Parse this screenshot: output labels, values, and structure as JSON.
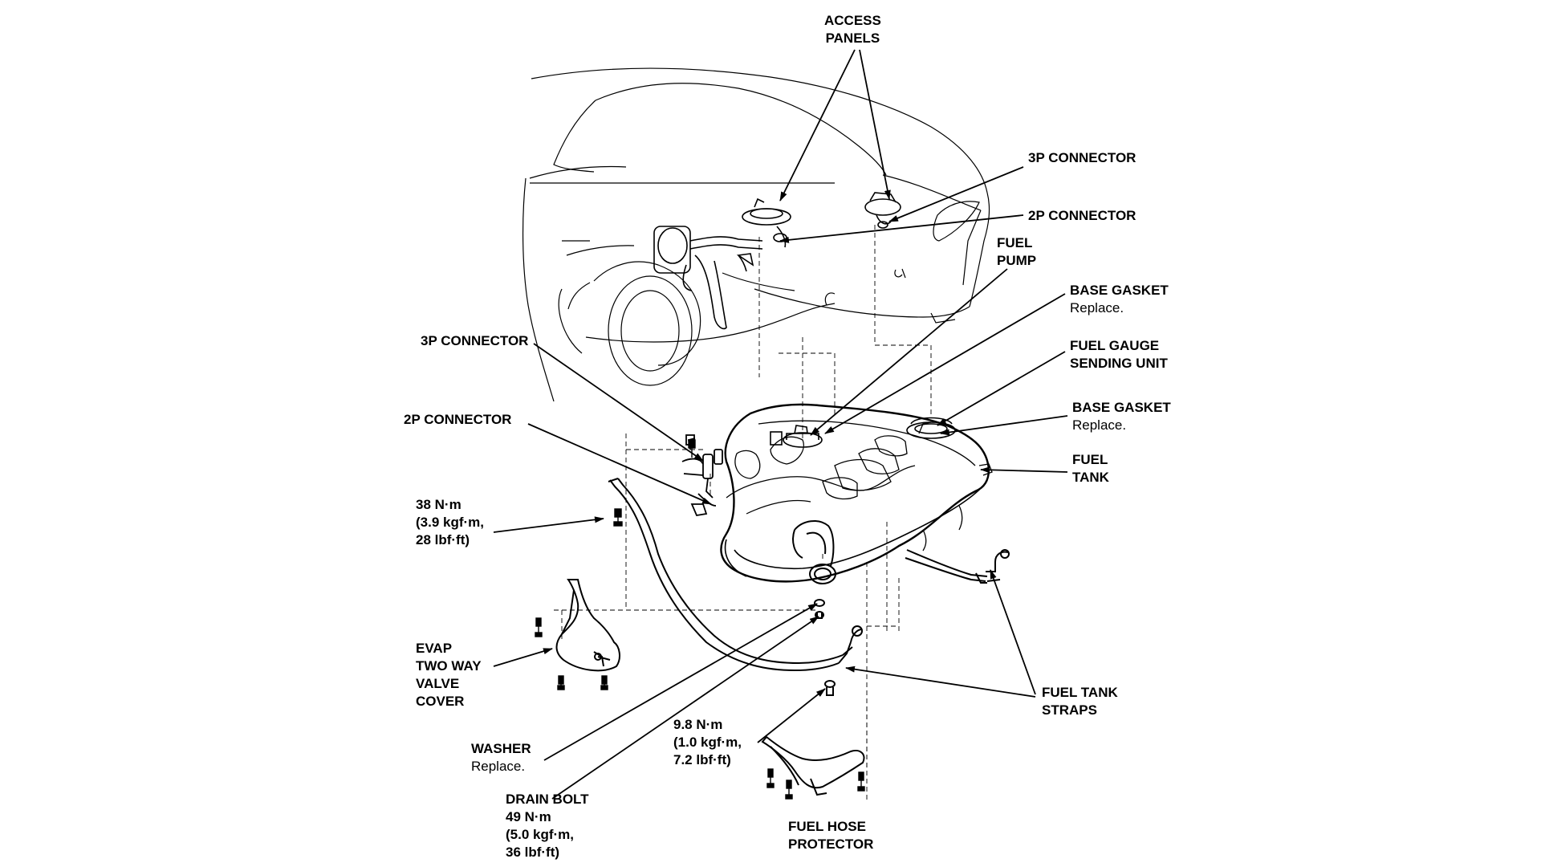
{
  "labels": {
    "access_panels": [
      "ACCESS",
      "PANELS"
    ],
    "connector_3p_top": "3P CONNECTOR",
    "connector_2p_top": "2P CONNECTOR",
    "fuel_pump": [
      "FUEL",
      "PUMP"
    ],
    "base_gasket_1": {
      "title": "BASE GASKET",
      "note": "Replace."
    },
    "fuel_gauge": [
      "FUEL GAUGE",
      "SENDING UNIT"
    ],
    "base_gasket_2": {
      "title": "BASE GASKET",
      "note": "Replace."
    },
    "fuel_tank": [
      "FUEL",
      "TANK"
    ],
    "connector_3p_left": "3P CONNECTOR",
    "connector_2p_left": "2P CONNECTOR",
    "torque_38": [
      "38 N·m",
      "(3.9 kgf·m,",
      "28 lbf·ft)"
    ],
    "evap_cover": [
      "EVAP",
      "TWO WAY",
      "VALVE",
      "COVER"
    ],
    "fuel_tank_straps": [
      "FUEL TANK",
      "STRAPS"
    ],
    "washer": {
      "title": "WASHER",
      "note": "Replace."
    },
    "torque_98": [
      "9.8 N·m",
      "(1.0 kgf·m,",
      "7.2 lbf·ft)"
    ],
    "drain_bolt": {
      "title": "DRAIN BOLT",
      "lines": [
        "49 N·m",
        "(5.0 kgf·m,",
        "36 lbf·ft)"
      ]
    },
    "fuel_hose_protector": [
      "FUEL HOSE",
      "PROTECTOR"
    ]
  }
}
